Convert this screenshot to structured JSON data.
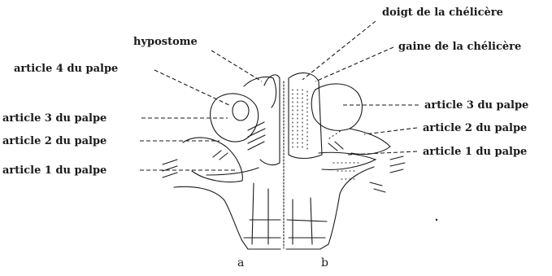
{
  "figure": {
    "labels": {
      "doigt": "doigt de la chélicère",
      "gaine": "gaine de la chélicère",
      "hypostome": "hypostome",
      "left_article4": "article 4 du palpe",
      "left_article3": "article 3 du palpe",
      "left_article2": "article 2 du palpe",
      "left_article1": "article 1 du palpe",
      "right_article3": "article 3 du palpe",
      "right_article2": "article 2 du palpe",
      "right_article1": "article 1 du palpe",
      "panel_a": "a",
      "panel_b": "b"
    },
    "ink_color": "#1a1a1a"
  }
}
